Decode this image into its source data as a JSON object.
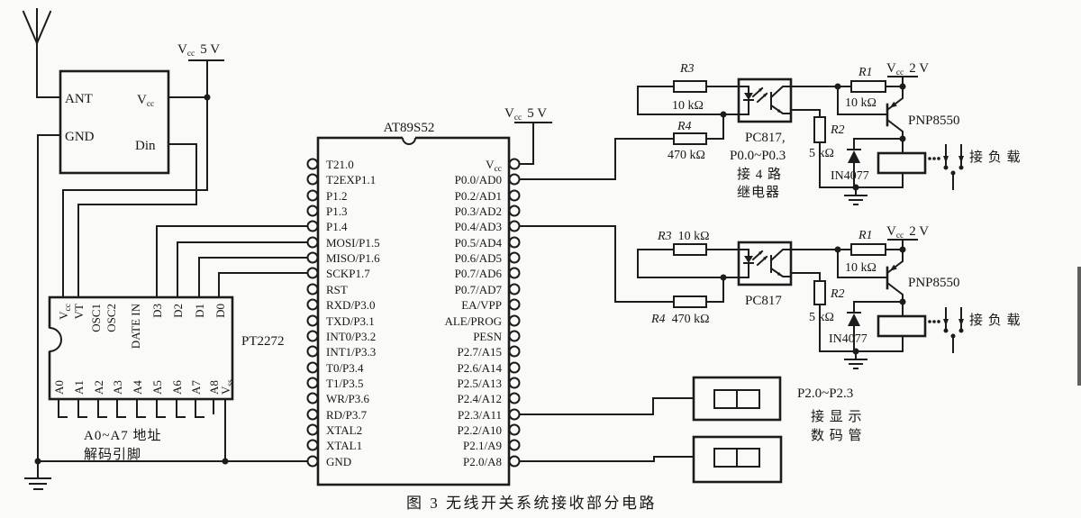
{
  "figure": {
    "caption": "图 3 无线开关系统接收部分电路"
  },
  "rf_module": {
    "pin_ant": "ANT",
    "pin_gnd": "GND",
    "pin_vcc": {
      "base": "V",
      "sub": "cc"
    },
    "pin_din": "Din"
  },
  "power": {
    "vcc5_left": {
      "base": "V",
      "sub": "cc",
      "value": "5 V"
    },
    "vcc5_mid": {
      "base": "V",
      "sub": "cc",
      "value": "5 V"
    }
  },
  "pt2272": {
    "label": "PT2272",
    "pin_vcc": {
      "base": "V",
      "sub": "cc"
    },
    "pin_vss": {
      "base": "V",
      "sub": "ss"
    },
    "top_pins": [
      "VT",
      "OSC1",
      "OSC2",
      "DATE IN",
      "D3",
      "D2",
      "D1",
      "D0"
    ],
    "bottom_pins": [
      "A0",
      "A1",
      "A2",
      "A3",
      "A4",
      "A5",
      "A6",
      "A7",
      "A8"
    ],
    "note_line1": "A0~A7 地址",
    "note_line2": "解码引脚"
  },
  "mcu": {
    "label": "AT89S52",
    "pin_vcc": {
      "base": "V",
      "sub": "cc"
    },
    "left_pins": [
      "T21.0",
      "T2EXP1.1",
      "P1.2",
      "P1.3",
      "P1.4",
      "MOSI/P1.5",
      "MISO/P1.6",
      "SCKP1.7",
      "RST",
      "RXD/P3.0",
      "TXD/P3.1",
      "INT0/P3.2",
      "INT1/P3.3",
      "T0/P3.4",
      "T1/P3.5",
      "WR/P3.6",
      "RD/P3.7",
      "XTAL2",
      "XTAL1",
      "GND"
    ],
    "right_pins": [
      "P0.0/AD0",
      "P0.2/AD1",
      "P0.3/AD2",
      "P0.4/AD3",
      "P0.5/AD4",
      "P0.6/AD5",
      "P0.7/AD6",
      "P0.7/AD7",
      "EA/VPP",
      "ALE/PROG",
      "PESN",
      "P2.7/A15",
      "P2.6/A14",
      "P2.5/A13",
      "P2.4/A12",
      "P2.3/A11",
      "P2.2/A10",
      "P2.1/A9",
      "P2.0/A8"
    ]
  },
  "relay_circuit_1": {
    "r3_label": "R3",
    "r3_value": "10 kΩ",
    "r4_label": "R4",
    "r4_value": "470 kΩ",
    "opto_label": "PC817,",
    "opto_note1": "P0.0~P0.3",
    "opto_note2": "接 4 路",
    "opto_note3": "继电器",
    "r1_label": "R1",
    "r1_value": "10 kΩ",
    "vcc2": {
      "base": "V",
      "sub": "cc",
      "value": "2 V"
    },
    "transistor_label": "PNP8550",
    "r2_label": "R2",
    "r2_value": "5 kΩ",
    "diode_label": "IN4077",
    "load_label": "接 负 载"
  },
  "relay_circuit_2": {
    "r3_label": "R3",
    "r3_value": "10 kΩ",
    "r4_label": "R4",
    "r4_value": "470 kΩ",
    "opto_label": "PC817",
    "r1_label": "R1",
    "r1_value": "10 kΩ",
    "vcc2": {
      "base": "V",
      "sub": "cc",
      "value": "2 V"
    },
    "transistor_label": "PNP8550",
    "r2_label": "R2",
    "r2_value": "5 kΩ",
    "diode_label": "IN4077",
    "load_label": "接 负 载"
  },
  "display": {
    "label_range": "P2.0~P2.3",
    "label_line2": "接 显 示",
    "label_line3": "数 码 管"
  }
}
